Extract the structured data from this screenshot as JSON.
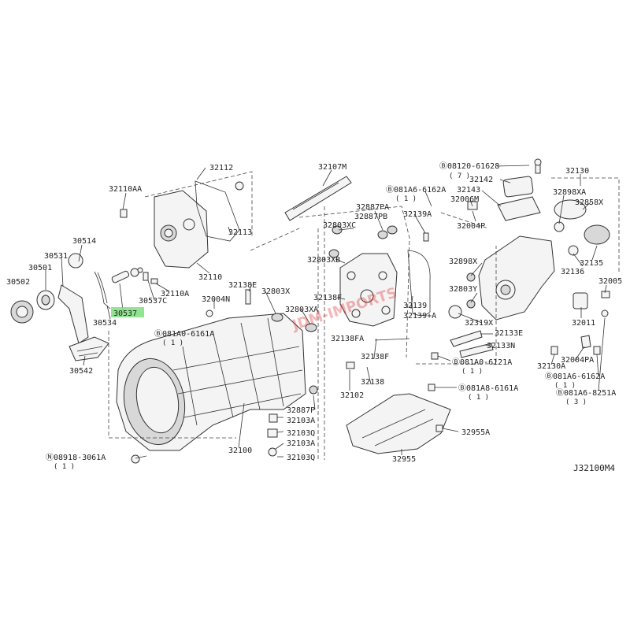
{
  "diagram_code": "J32100M4",
  "watermark": "JDM-IMPORTS",
  "highlight_color": "#7ee07e",
  "labels": {
    "l32112": "32112",
    "l32110AA": "32110AA",
    "l30514": "30514",
    "l30531": "30531",
    "l30501": "30501",
    "l30502": "30502",
    "l32113": "32113",
    "l32110": "32110",
    "l30537C": "30537C",
    "l32110A": "32110A",
    "l30537": "30537",
    "l30534": "30534",
    "l30542": "30542",
    "l32107M": "32107M",
    "l32138E": "32138E",
    "l32803X": "32803X",
    "l32004N": "32004N",
    "l32803XA": "32803XA",
    "l081A0_6161A": "Ⓑ081A0-6161A",
    "l081A0_6161A_q": "( 1 )",
    "l32100": "32100",
    "l08918_3061A": "Ⓝ08918-3061A",
    "l08918_3061A_q": "( 1 )",
    "l32887PA": "32887PA",
    "l32887PB": "32887PB",
    "l32803XC": "32803XC",
    "l32803XB": "32803XB",
    "l32138F": "32138F",
    "l32138FA": "32138FA",
    "l32138F2": "32138F",
    "l32138": "32138",
    "l32102": "32102",
    "l32887P": "32887P",
    "l32103A": "32103A",
    "l32103Q": "32103Q",
    "l32103A2": "32103A",
    "l32103Q2": "32103Q",
    "l081A6_6162A": "Ⓑ081A6-6162A",
    "l081A6_6162A_q": "( 1 )",
    "l32139A": "32139A",
    "l32139": "32139",
    "l32139_A": "32139+A",
    "l08120_61628": "Ⓑ08120-61628",
    "l08120_61628_q": "( 7 )",
    "l32142": "32142",
    "l32143": "32143",
    "l32006M": "32006M",
    "l32004P": "32004P",
    "l32130": "32130",
    "l32898XA": "32898XA",
    "l32858X": "32858X",
    "l32898X": "32898X",
    "l32803Y": "32803Y",
    "l32135": "32135",
    "l32136": "32136",
    "l32005": "32005",
    "l32319X": "32319X",
    "l32133E": "32133E",
    "l32133N": "32133N",
    "l32011": "32011",
    "l081A0_6121A": "Ⓑ081A0-6121A",
    "l081A0_6121A_q": "( 1 )",
    "l32004PA": "32004PA",
    "l32130A": "32130A",
    "l081A6_6162A2": "Ⓑ081A6-6162A",
    "l081A6_6162A2_q": "( 1 )",
    "l081A6_8251A": "Ⓑ081A6-8251A",
    "l081A6_8251A_q": "( 3 )",
    "l081A8_6161A": "Ⓑ081A8-6161A",
    "l081A8_6161A_q": "( 1 )",
    "l32955A": "32955A",
    "l32955": "32955"
  }
}
